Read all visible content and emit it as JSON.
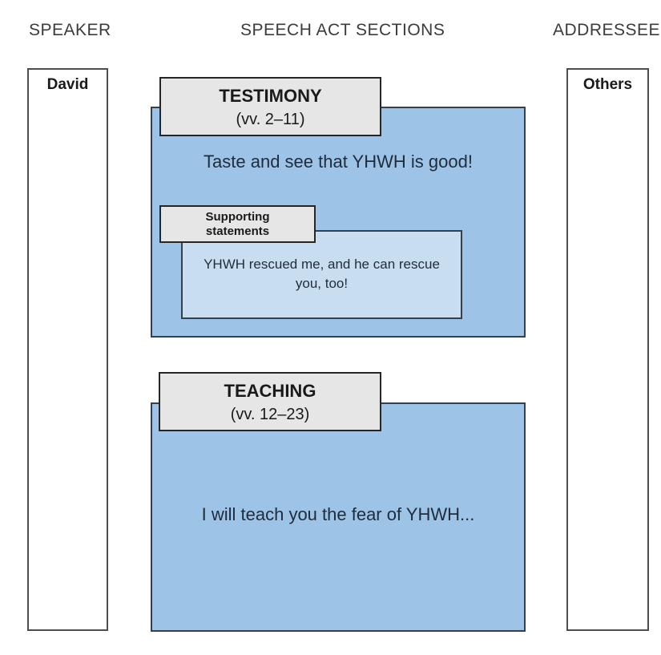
{
  "header": {
    "speaker": "SPEAKER",
    "sections": "SPEECH ACT SECTIONS",
    "addressee": "ADDRESSEE"
  },
  "speaker_box": {
    "label": "David"
  },
  "addressee_box": {
    "label": "Others"
  },
  "sections": [
    {
      "title": "TESTIMONY",
      "verses": "(vv. 2–11)",
      "text": "Taste and see that YHWH is good!",
      "sub": {
        "label": "Supporting statements",
        "text": "YHWH rescued me, and he can rescue you, too!"
      }
    },
    {
      "title": "TEACHING",
      "verses": "(vv. 12–23)",
      "text": "I will teach you the fear of YHWH..."
    }
  ],
  "colors": {
    "section_fill": "#9dc3e6",
    "sub_section_fill": "#c9ddf1",
    "tab_fill": "#e7e6e6",
    "section_border": "#33414f",
    "tab_border": "#262626",
    "text_dark": "#1f2c3d"
  }
}
